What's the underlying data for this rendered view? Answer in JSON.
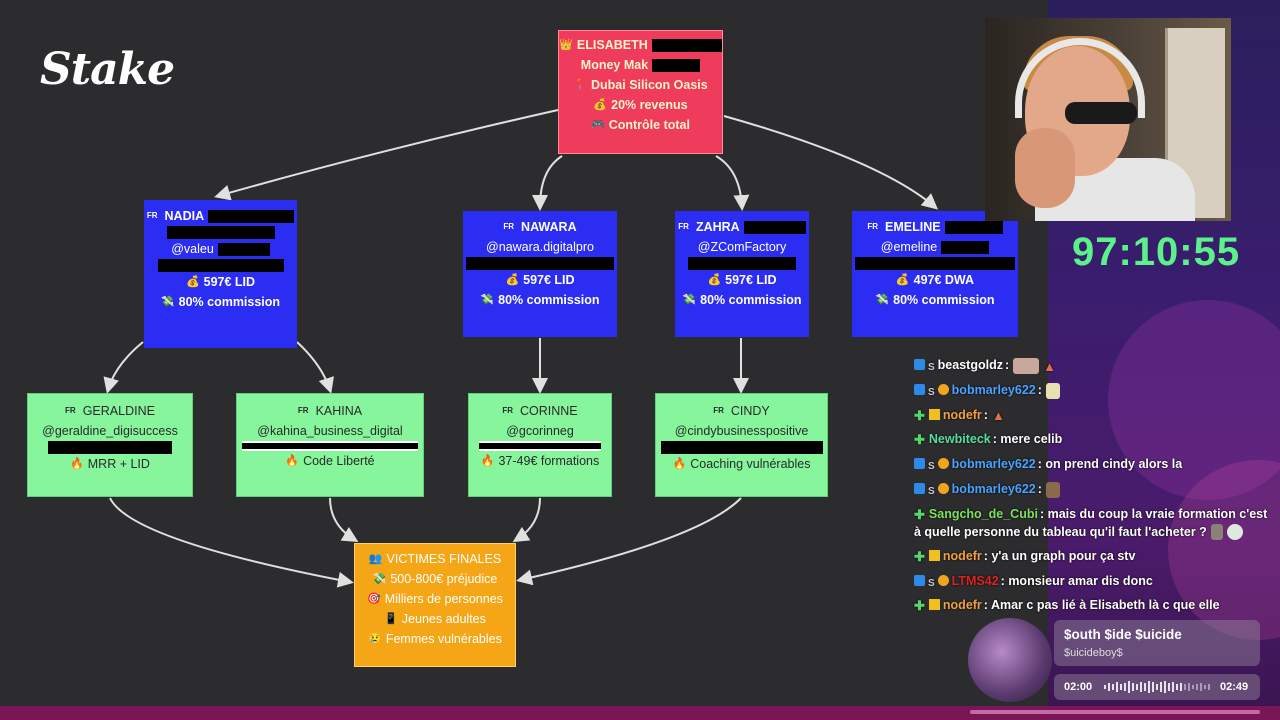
{
  "brand": {
    "logo_text": "Stake"
  },
  "timer": "97:10:55",
  "org_chart": {
    "top": {
      "name": "ELISABETH",
      "lines": [
        "Money Mak",
        "Dubai Silicon Oasis",
        "20% revenus",
        "Contrôle total"
      ]
    },
    "middle": [
      {
        "flag": "FR",
        "name": "NADIA",
        "handle": "@valeu",
        "price": "597€ LID",
        "commission": "80% commission"
      },
      {
        "flag": "FR",
        "name": "NAWARA",
        "handle": "@nawara.digitalpro",
        "price": "597€ LID",
        "commission": "80% commission"
      },
      {
        "flag": "FR",
        "name": "ZAHRA",
        "handle": "@ZComFactory",
        "price": "597€ LID",
        "commission": "80% commission"
      },
      {
        "flag": "FR",
        "name": "EMELINE",
        "handle": "@emeline",
        "price": "497€ DWA",
        "commission": "80% commission"
      }
    ],
    "bottom": [
      {
        "flag": "FR",
        "name": "GERALDINE",
        "handle": "@geraldine_digisuccess",
        "note": "MRR + LID"
      },
      {
        "flag": "FR",
        "name": "KAHINA",
        "handle": "@kahina_business_digital",
        "note": "Code Liberté"
      },
      {
        "flag": "FR",
        "name": "CORINNE",
        "handle": "@gcorinneg",
        "note": "37-49€ formations"
      },
      {
        "flag": "FR",
        "name": "CINDY",
        "handle": "@cindybusinesspositive",
        "note": "Coaching vulnérables"
      }
    ],
    "victims": {
      "title": "VICTIMES FINALES",
      "lines": [
        "500-800€ préjudice",
        "Milliers de personnes",
        "Jeunes adultes",
        "Femmes vulnérables"
      ]
    }
  },
  "chat": [
    {
      "user": "beastgoldz",
      "user_color": "#ffffff",
      "text": ""
    },
    {
      "user": "bobmarley622",
      "user_color": "#4aa3ff",
      "text": ""
    },
    {
      "user": "nodefr",
      "user_color": "#f0a040",
      "text": ""
    },
    {
      "user": "Newbiteck",
      "user_color": "#55e0a0",
      "text": "mere celib"
    },
    {
      "user": "bobmarley622",
      "user_color": "#4aa3ff",
      "text": "on prend cindy alors la"
    },
    {
      "user": "bobmarley622",
      "user_color": "#4aa3ff",
      "text": ""
    },
    {
      "user": "Sangcho_de_Cubi",
      "user_color": "#7ee05a",
      "text": "mais du coup la vraie formation c'est à quelle personne du tableau qu'il faut l'acheter ?"
    },
    {
      "user": "nodefr",
      "user_color": "#f0a040",
      "text": "y'a un graph pour ça stv"
    },
    {
      "user": "LTMS42",
      "user_color": "#e02020",
      "text": "monsieur amar dis donc"
    },
    {
      "user": "nodefr",
      "user_color": "#f0a040",
      "text": "Amar c pas lié à Elisabeth là c que elle"
    }
  ],
  "music": {
    "title": "$outh $ide $uicide",
    "artist": "$uicideboy$",
    "elapsed": "02:00",
    "duration": "02:49"
  }
}
